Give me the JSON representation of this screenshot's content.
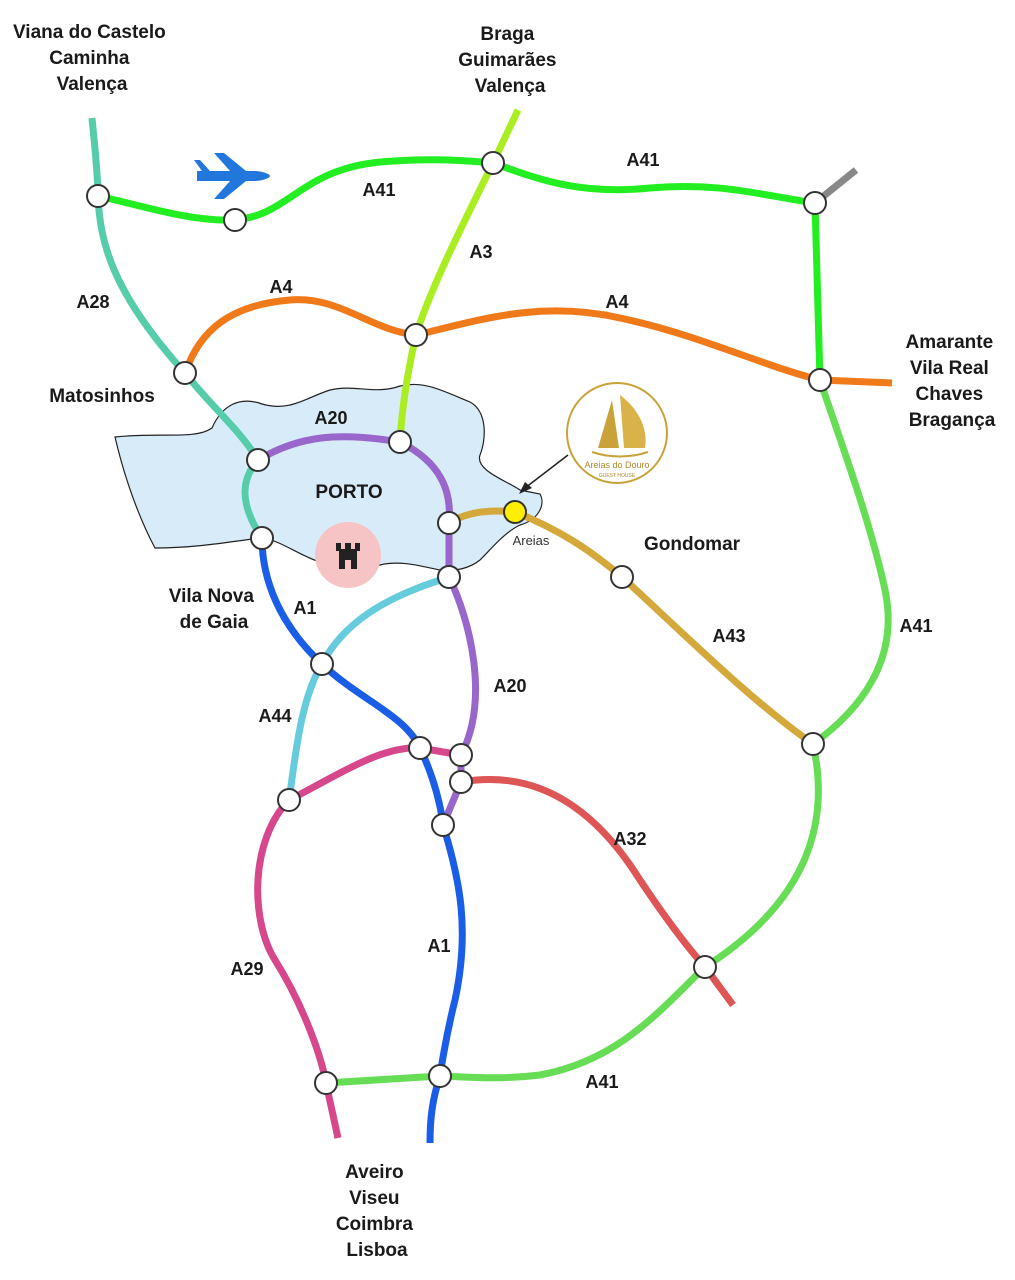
{
  "destinations": {
    "northwest": [
      "Viana do Castelo",
      "Caminha",
      "Valença"
    ],
    "north": [
      "Braga",
      "Guimarães",
      "Valença"
    ],
    "east": [
      "Amarante",
      "Vila Real",
      "Chaves",
      "Bragança"
    ],
    "south": [
      "Aveiro",
      "Viseu",
      "Coimbra",
      "Lisboa"
    ]
  },
  "places": {
    "matosinhos": "Matosinhos",
    "porto": "PORTO",
    "gaia_line1": "Vila Nova",
    "gaia_line2": "de Gaia",
    "gondomar": "Gondomar",
    "areias": "Areias"
  },
  "logo": {
    "name": "Areias do Douro",
    "subtitle": "GUEST HOUSE",
    "accent": "#c9a23a"
  },
  "roads": {
    "a41": "A41",
    "a3": "A3",
    "a28": "A28",
    "a4": "A4",
    "a20": "A20",
    "a1": "A1",
    "a43": "A43",
    "a44": "A44",
    "a29": "A29",
    "a32": "A32"
  },
  "colors": {
    "a41_north": "#22ee22",
    "a41_east": "#66dd55",
    "a3": "#aaee22",
    "a28": "#55ccaa",
    "a4": "#f07a1a",
    "a20": "#9966cc",
    "a1": "#1a5ee8",
    "a43": "#d4a83a",
    "a44": "#66ccdd",
    "a29": "#d6478c",
    "a32": "#dd5555",
    "porto_area": "#d8ebf8",
    "airport": "#2277dd",
    "castle_circle": "#f6c4c4"
  },
  "icons": [
    "airplane-icon",
    "castle-icon",
    "pointer-arrow-icon"
  ]
}
